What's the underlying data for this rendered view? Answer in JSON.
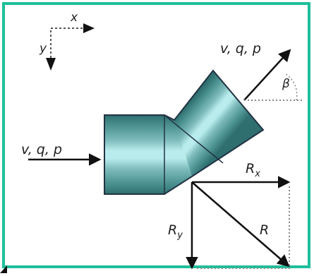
{
  "colors": {
    "frame": "#1fbf9a",
    "background": "#ffffff",
    "pipe_dark": "#2f6f6f",
    "pipe_mid": "#4f9595",
    "pipe_light": "#7fbcbc",
    "pipe_highlight": "#b9ecec",
    "arrow": "#111111",
    "dotted": "#888888"
  },
  "labels": {
    "axis_x": "x",
    "axis_y": "y",
    "inlet": "v, q, p",
    "outlet": "v, q, p",
    "angle": "β",
    "rx": "R",
    "rx_sub": "x",
    "ry": "R",
    "ry_sub": "y",
    "r": "R"
  },
  "icons": [
    "arrow-right-icon",
    "arrow-down-icon"
  ]
}
